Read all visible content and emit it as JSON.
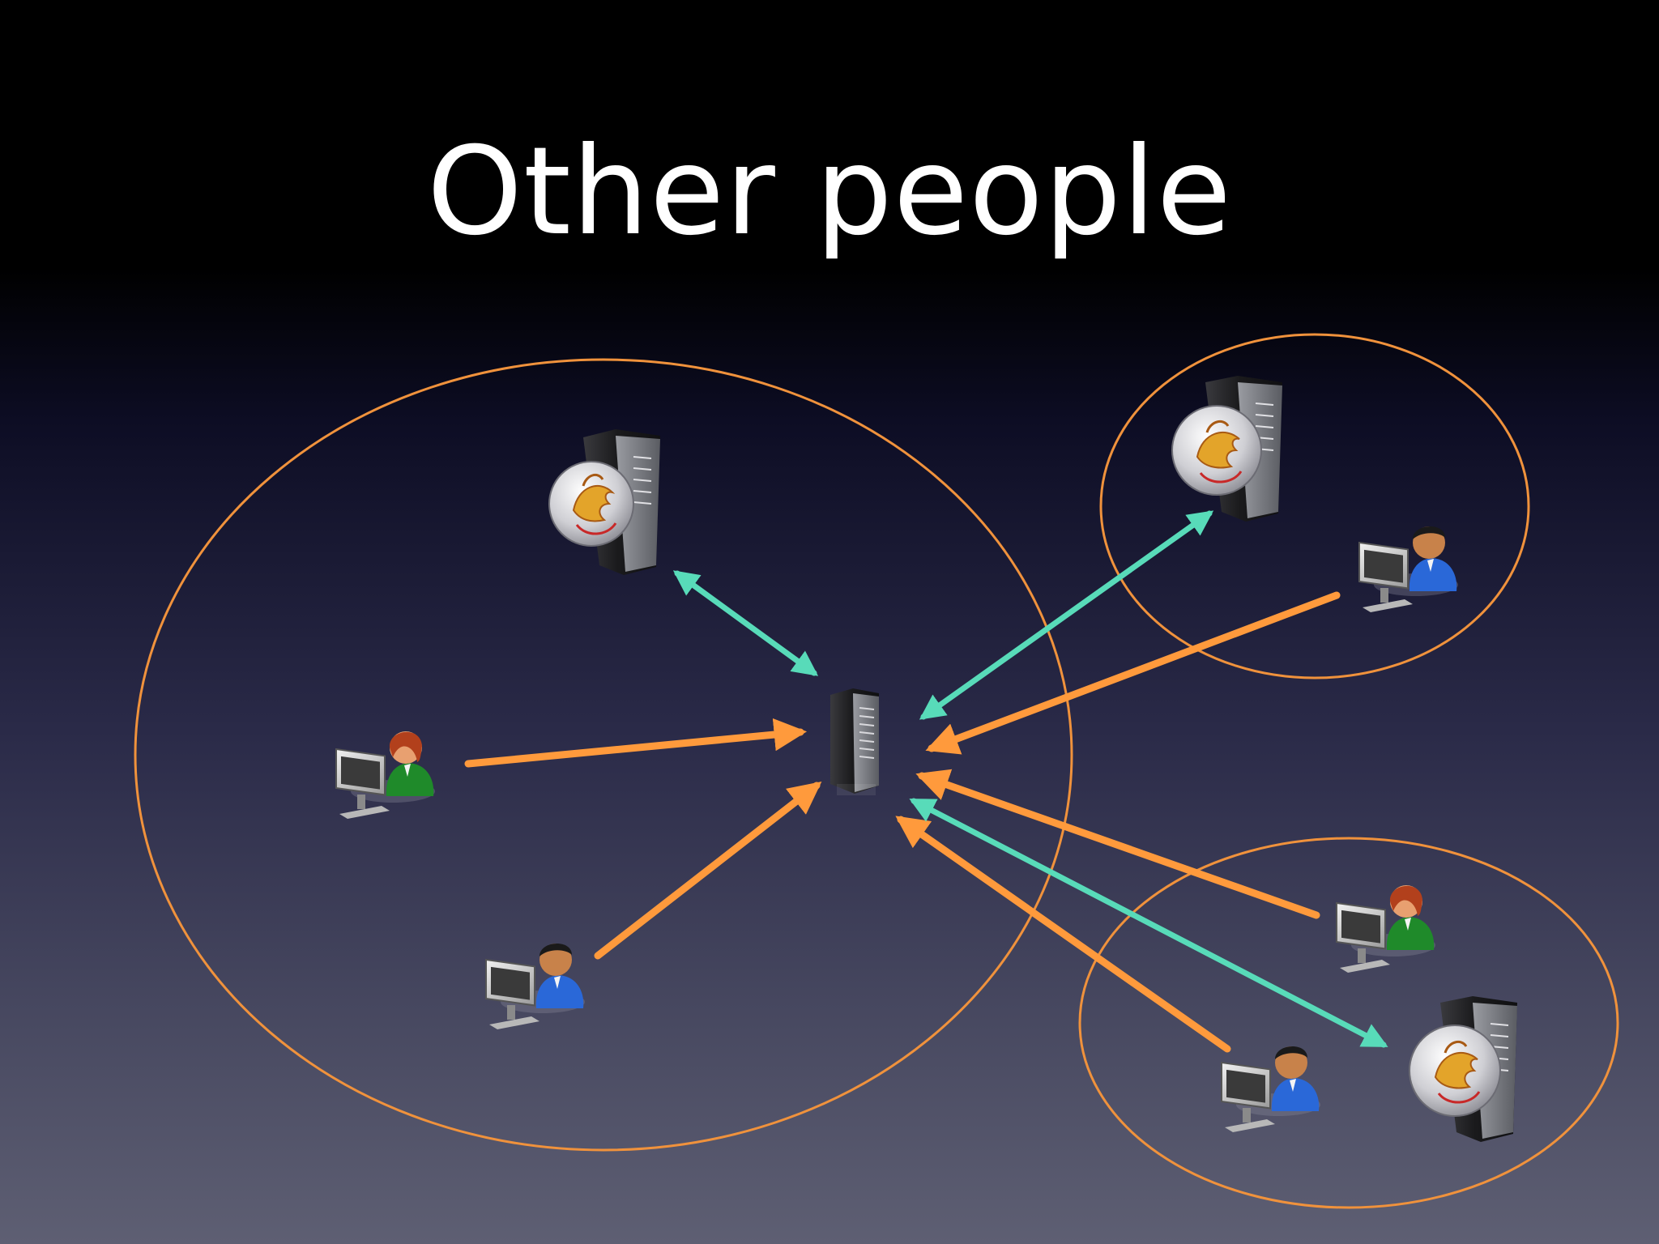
{
  "slide": {
    "title": "Other people"
  },
  "colors": {
    "background_top": "#000000",
    "background_bottom": "#5e5f73",
    "group_outline": "#f0923c",
    "login_arrow": "#ff9a3c",
    "federation_arrow": "#58dbb9",
    "title_text": "#ffffff"
  },
  "diagram": {
    "groups": [
      {
        "id": "group-main"
      },
      {
        "id": "group-top-right"
      },
      {
        "id": "group-bottom-right"
      }
    ],
    "nodes": [
      {
        "id": "service-provider",
        "kind": "server",
        "icon": "server-icon"
      },
      {
        "id": "idp-main",
        "kind": "identity-provider",
        "icon": "griffin-server-icon"
      },
      {
        "id": "idp-top-right",
        "kind": "identity-provider",
        "icon": "griffin-server-icon"
      },
      {
        "id": "idp-bottom-right",
        "kind": "identity-provider",
        "icon": "griffin-server-icon"
      },
      {
        "id": "user-main-left",
        "kind": "user",
        "icon": "user-female-icon"
      },
      {
        "id": "user-main-bottom",
        "kind": "user",
        "icon": "user-male-icon"
      },
      {
        "id": "user-top-right",
        "kind": "user",
        "icon": "user-male-icon"
      },
      {
        "id": "user-bottom-right-1",
        "kind": "user",
        "icon": "user-female-icon"
      },
      {
        "id": "user-bottom-right-2",
        "kind": "user",
        "icon": "user-male-icon"
      }
    ],
    "edges": [
      {
        "from": "user-main-left",
        "to": "service-provider",
        "style": "login"
      },
      {
        "from": "user-main-bottom",
        "to": "service-provider",
        "style": "login"
      },
      {
        "from": "user-top-right",
        "to": "service-provider",
        "style": "login"
      },
      {
        "from": "user-bottom-right-1",
        "to": "service-provider",
        "style": "login"
      },
      {
        "from": "user-bottom-right-2",
        "to": "service-provider",
        "style": "login"
      },
      {
        "from": "idp-main",
        "to": "service-provider",
        "style": "federation",
        "bidirectional": true
      },
      {
        "from": "idp-top-right",
        "to": "service-provider",
        "style": "federation",
        "bidirectional": true
      },
      {
        "from": "idp-bottom-right",
        "to": "service-provider",
        "style": "federation",
        "bidirectional": true
      }
    ]
  }
}
